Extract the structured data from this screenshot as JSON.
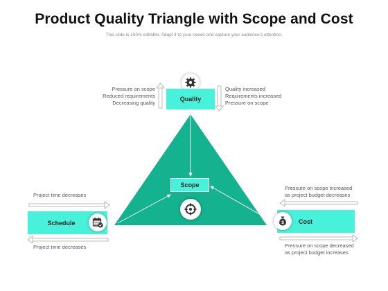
{
  "title": "Product Quality Triangle with Scope and Cost",
  "subtitle": "This slide is 100% editable. Adapt it to your needs and capture your audience's attention.",
  "colors": {
    "accent": "#48f2da",
    "triangle": "#14b28e",
    "dark": "#333333"
  },
  "quality": {
    "label": "Quality",
    "icon": "gear-icon",
    "left_notes": [
      "Pressure on scope",
      "Reduced requirements",
      "Decreasing quality"
    ],
    "right_notes": [
      "Quality increased",
      "Requirements increased",
      "Pressure on scope"
    ]
  },
  "scope": {
    "label": "Scope",
    "icon": "target-icon"
  },
  "schedule": {
    "label": "Schedule",
    "icon": "calendar-icon",
    "top_note": "Project time decreases",
    "bottom_note": "Project time decreases"
  },
  "cost": {
    "label": "Cost",
    "icon": "money-bag-icon",
    "top_notes": [
      "Pressure on scope increased",
      "as project budget decreases"
    ],
    "bottom_notes": [
      "Pressure on scope decreased",
      "as project budget increases"
    ]
  }
}
